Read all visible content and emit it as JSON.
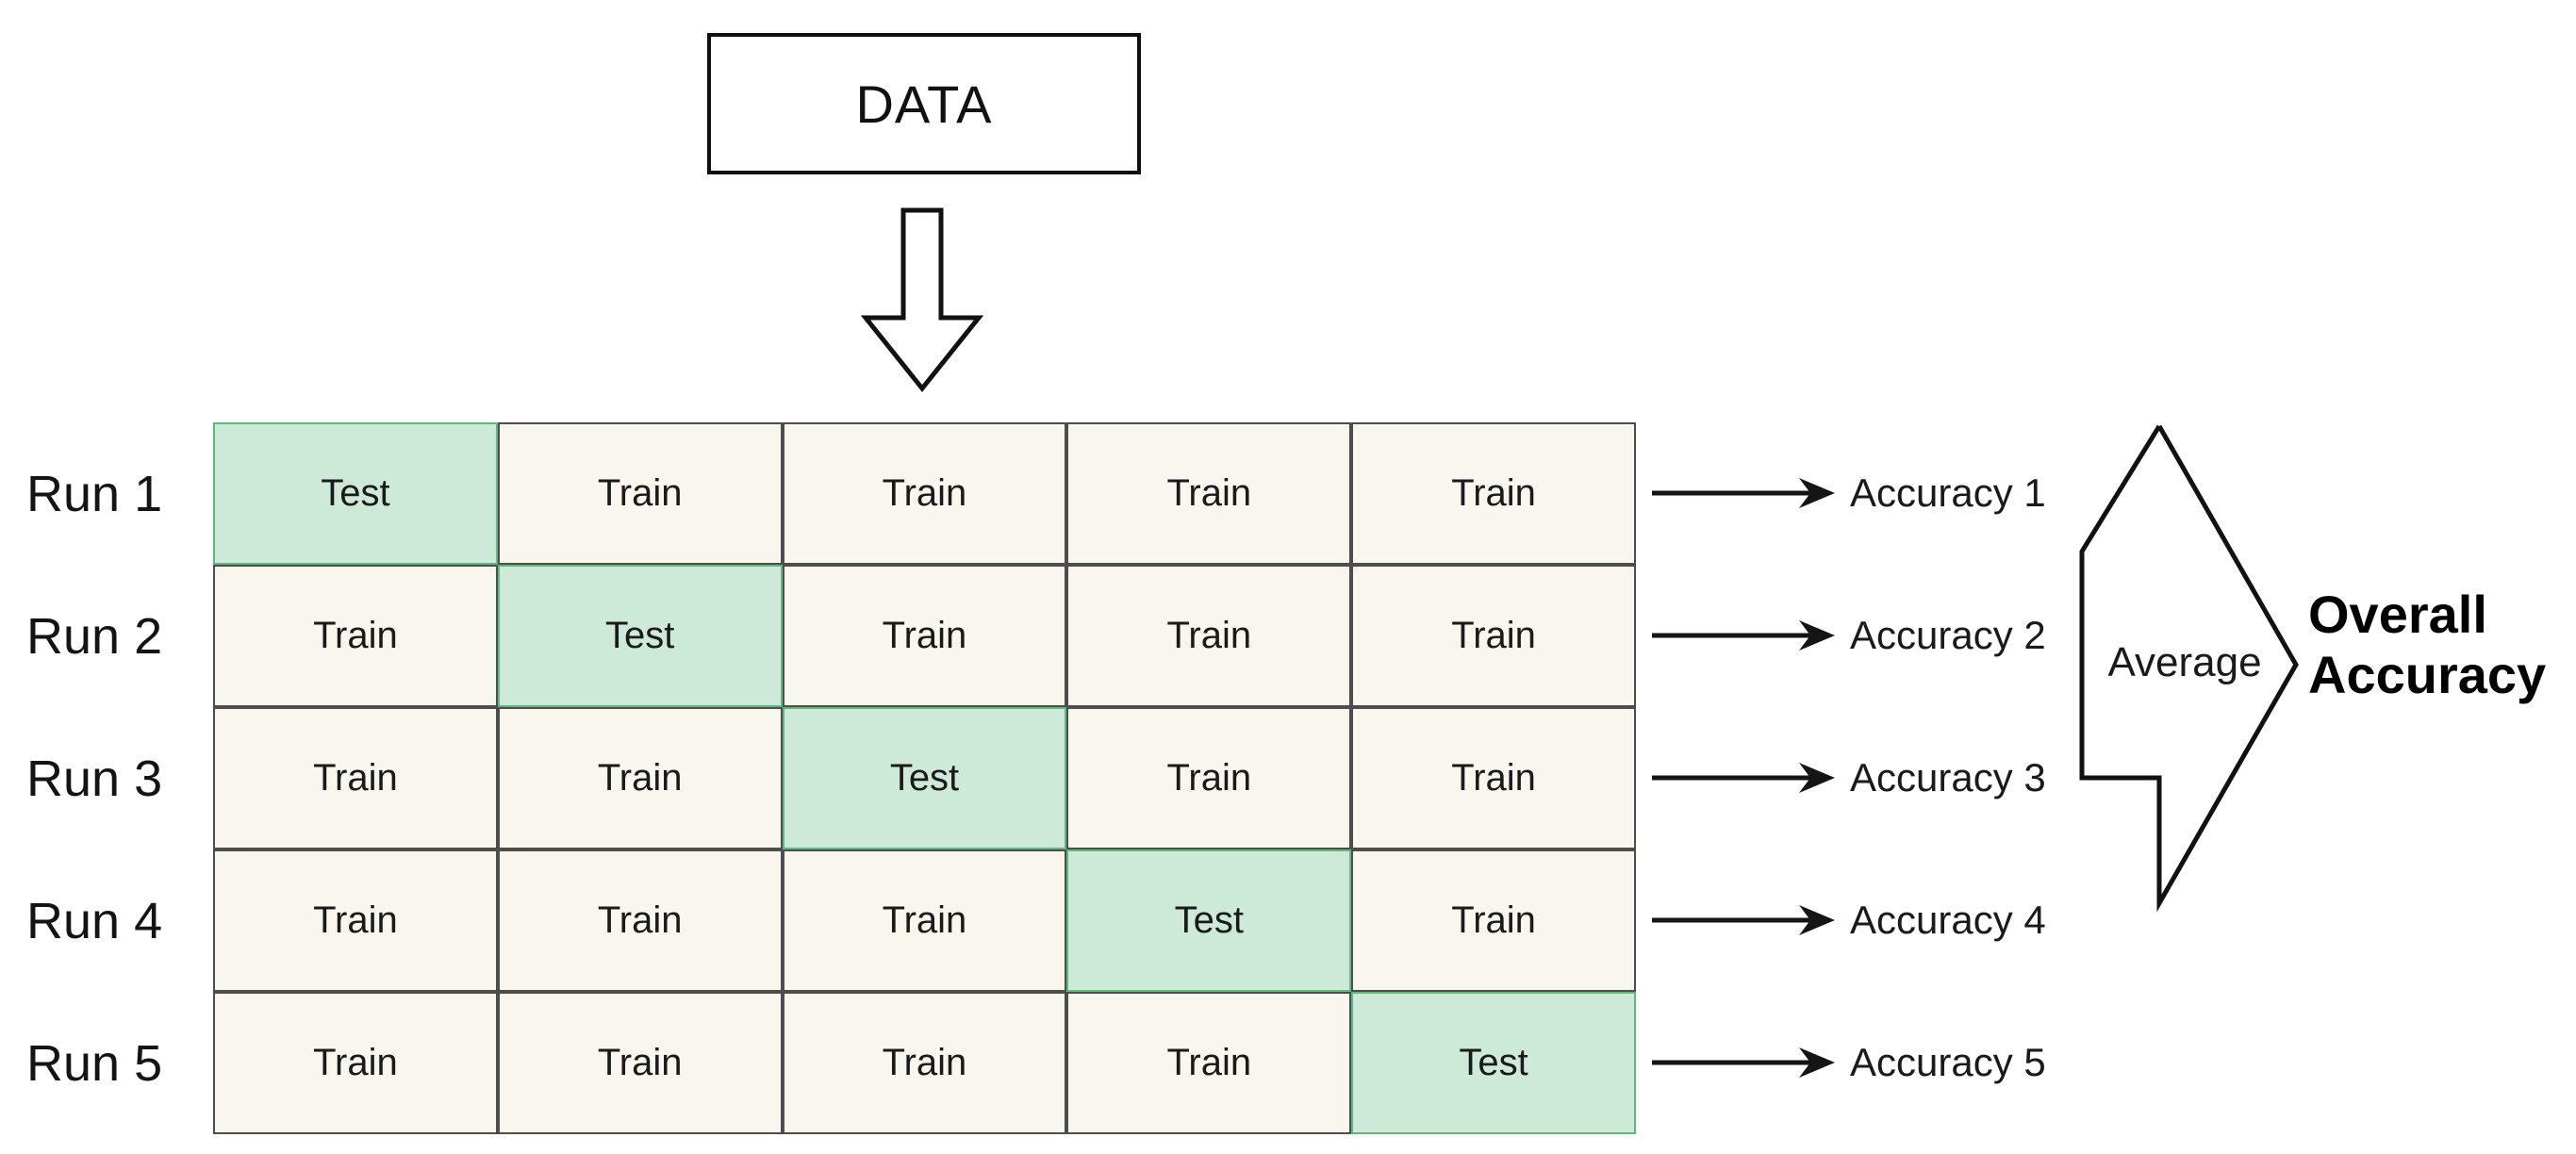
{
  "diagram": {
    "title_box": {
      "label": "DATA"
    },
    "flow_icons": {
      "down_arrow": "down-arrow-icon",
      "accuracy_arrow": "right-arrow-icon",
      "average_brace": "brace-arrow-icon"
    },
    "table": {
      "row_labels": [
        "Run 1",
        "Run 2",
        "Run 3",
        "Run 4",
        "Run 5"
      ],
      "cell_train_label": "Train",
      "cell_test_label": "Test",
      "n_rows": 5,
      "n_cols": 5,
      "rows": [
        [
          "Test",
          "Train",
          "Train",
          "Train",
          "Train"
        ],
        [
          "Train",
          "Test",
          "Train",
          "Train",
          "Train"
        ],
        [
          "Train",
          "Train",
          "Test",
          "Train",
          "Train"
        ],
        [
          "Train",
          "Train",
          "Train",
          "Test",
          "Train"
        ],
        [
          "Train",
          "Train",
          "Train",
          "Train",
          "Test"
        ]
      ]
    },
    "accuracy_labels": [
      "Accuracy 1",
      "Accuracy 2",
      "Accuracy 3",
      "Accuracy 4",
      "Accuracy 5"
    ],
    "average_label": "Average",
    "overall_accuracy": {
      "line1": "Overall",
      "line2": "Accuracy"
    },
    "colors": {
      "test_fill": "#cdead8",
      "test_border": "#5fb87c",
      "train_fill": "#f9f6ee",
      "train_border": "#4d4d4d",
      "stroke": "#111111",
      "background": "#ffffff"
    }
  }
}
